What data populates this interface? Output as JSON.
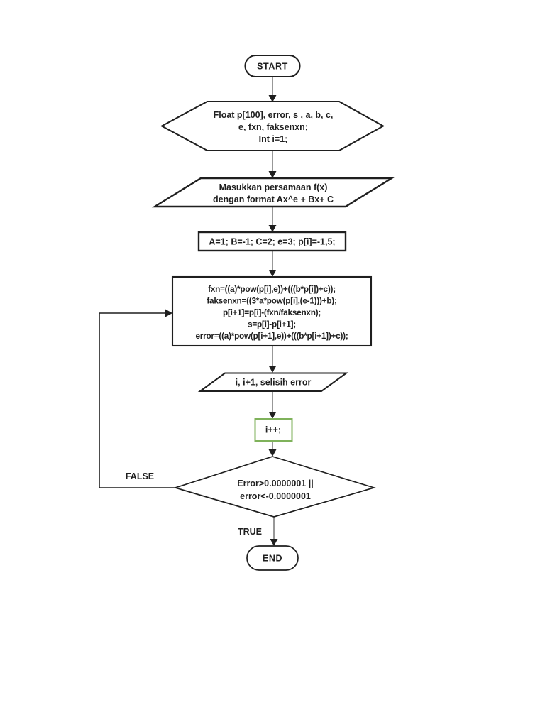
{
  "flowchart": {
    "start": {
      "label": "START"
    },
    "declare": {
      "lines": [
        "Float p[100], error, s , a, b, c,",
        "e, fxn, faksenxn;",
        "Int i=1;"
      ]
    },
    "input": {
      "lines": [
        "Masukkan persamaan f(x)",
        "dengan format  Ax^e + Bx+ C"
      ]
    },
    "init": {
      "label": "A=1; B=-1; C=2; e=3; p[i]=-1,5;"
    },
    "process": {
      "lines": [
        "fxn=((a)*pow(p[i],e))+(((b*p[i])+c));",
        "faksenxn=((3*a*pow(p[i],(e-1)))+b);",
        "p[i+1]=p[i]-(fxn/faksenxn);",
        "s=p[i]-p[i+1];",
        "error=((a)*pow(p[i+1],e))+(((b*p[i+1])+c));"
      ]
    },
    "output": {
      "label": "i, i+1, selisih error"
    },
    "increment": {
      "label": "i++;"
    },
    "decision": {
      "lines": [
        "Error>0.0000001 ||",
        "error<-0.0000001"
      ]
    },
    "branch": {
      "false_label": "FALSE",
      "true_label": "TRUE"
    },
    "end": {
      "label": "END"
    }
  },
  "colors": {
    "background": "#ffffff",
    "shape_stroke": "#1f1f1f",
    "text": "#1f1f1f",
    "connector_line": "#7f7f7f",
    "arrowhead": "#1f1f1f",
    "increment_border": "#7fb25b"
  }
}
